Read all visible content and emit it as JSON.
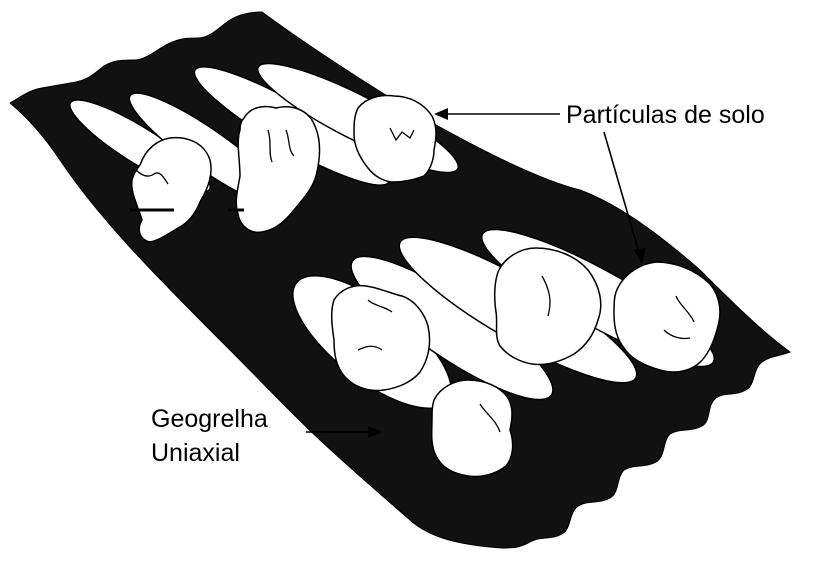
{
  "labels": {
    "particles": "Partículas de solo",
    "geogrid_line1": "Geogrelha",
    "geogrid_line2": "Uniaxial"
  },
  "colors": {
    "grid": "#111111",
    "particle_fill": "#ffffff",
    "outline": "#000000",
    "background": "#ffffff"
  }
}
